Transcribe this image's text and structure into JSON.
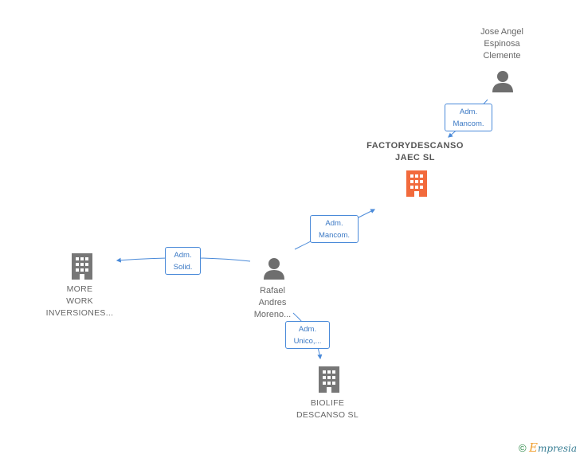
{
  "nodes": {
    "jose": {
      "label": "Jose Angel\nEspinosa\nClemente",
      "icon": "person-icon"
    },
    "factory": {
      "label": "FACTORYDESCANSO\nJAEC  SL",
      "icon": "building-icon",
      "color": "#f26a3c"
    },
    "rafael": {
      "label": "Rafael\nAndres\nMoreno...",
      "icon": "person-icon"
    },
    "more_work": {
      "label": "MORE\nWORK\nINVERSIONES...",
      "icon": "building-icon",
      "color": "#777777"
    },
    "biolife": {
      "label": "BIOLIFE\nDESCANSO  SL",
      "icon": "building-icon",
      "color": "#777777"
    }
  },
  "edges": {
    "jose_factory": {
      "line1": "Adm.",
      "line2": "Mancom."
    },
    "rafael_factory": {
      "line1": "Adm.",
      "line2": "Mancom."
    },
    "rafael_more": {
      "line1": "Adm.",
      "line2": "Solid."
    },
    "rafael_biolife": {
      "line1": "Adm.",
      "line2": "Unico,..."
    }
  },
  "colors": {
    "edge": "#4a8ad9",
    "person": "#6e6e6e",
    "accent": "#f26a3c"
  },
  "footer": {
    "copyright": "©",
    "brand_initial": "E",
    "brand_rest": "mpresia"
  }
}
